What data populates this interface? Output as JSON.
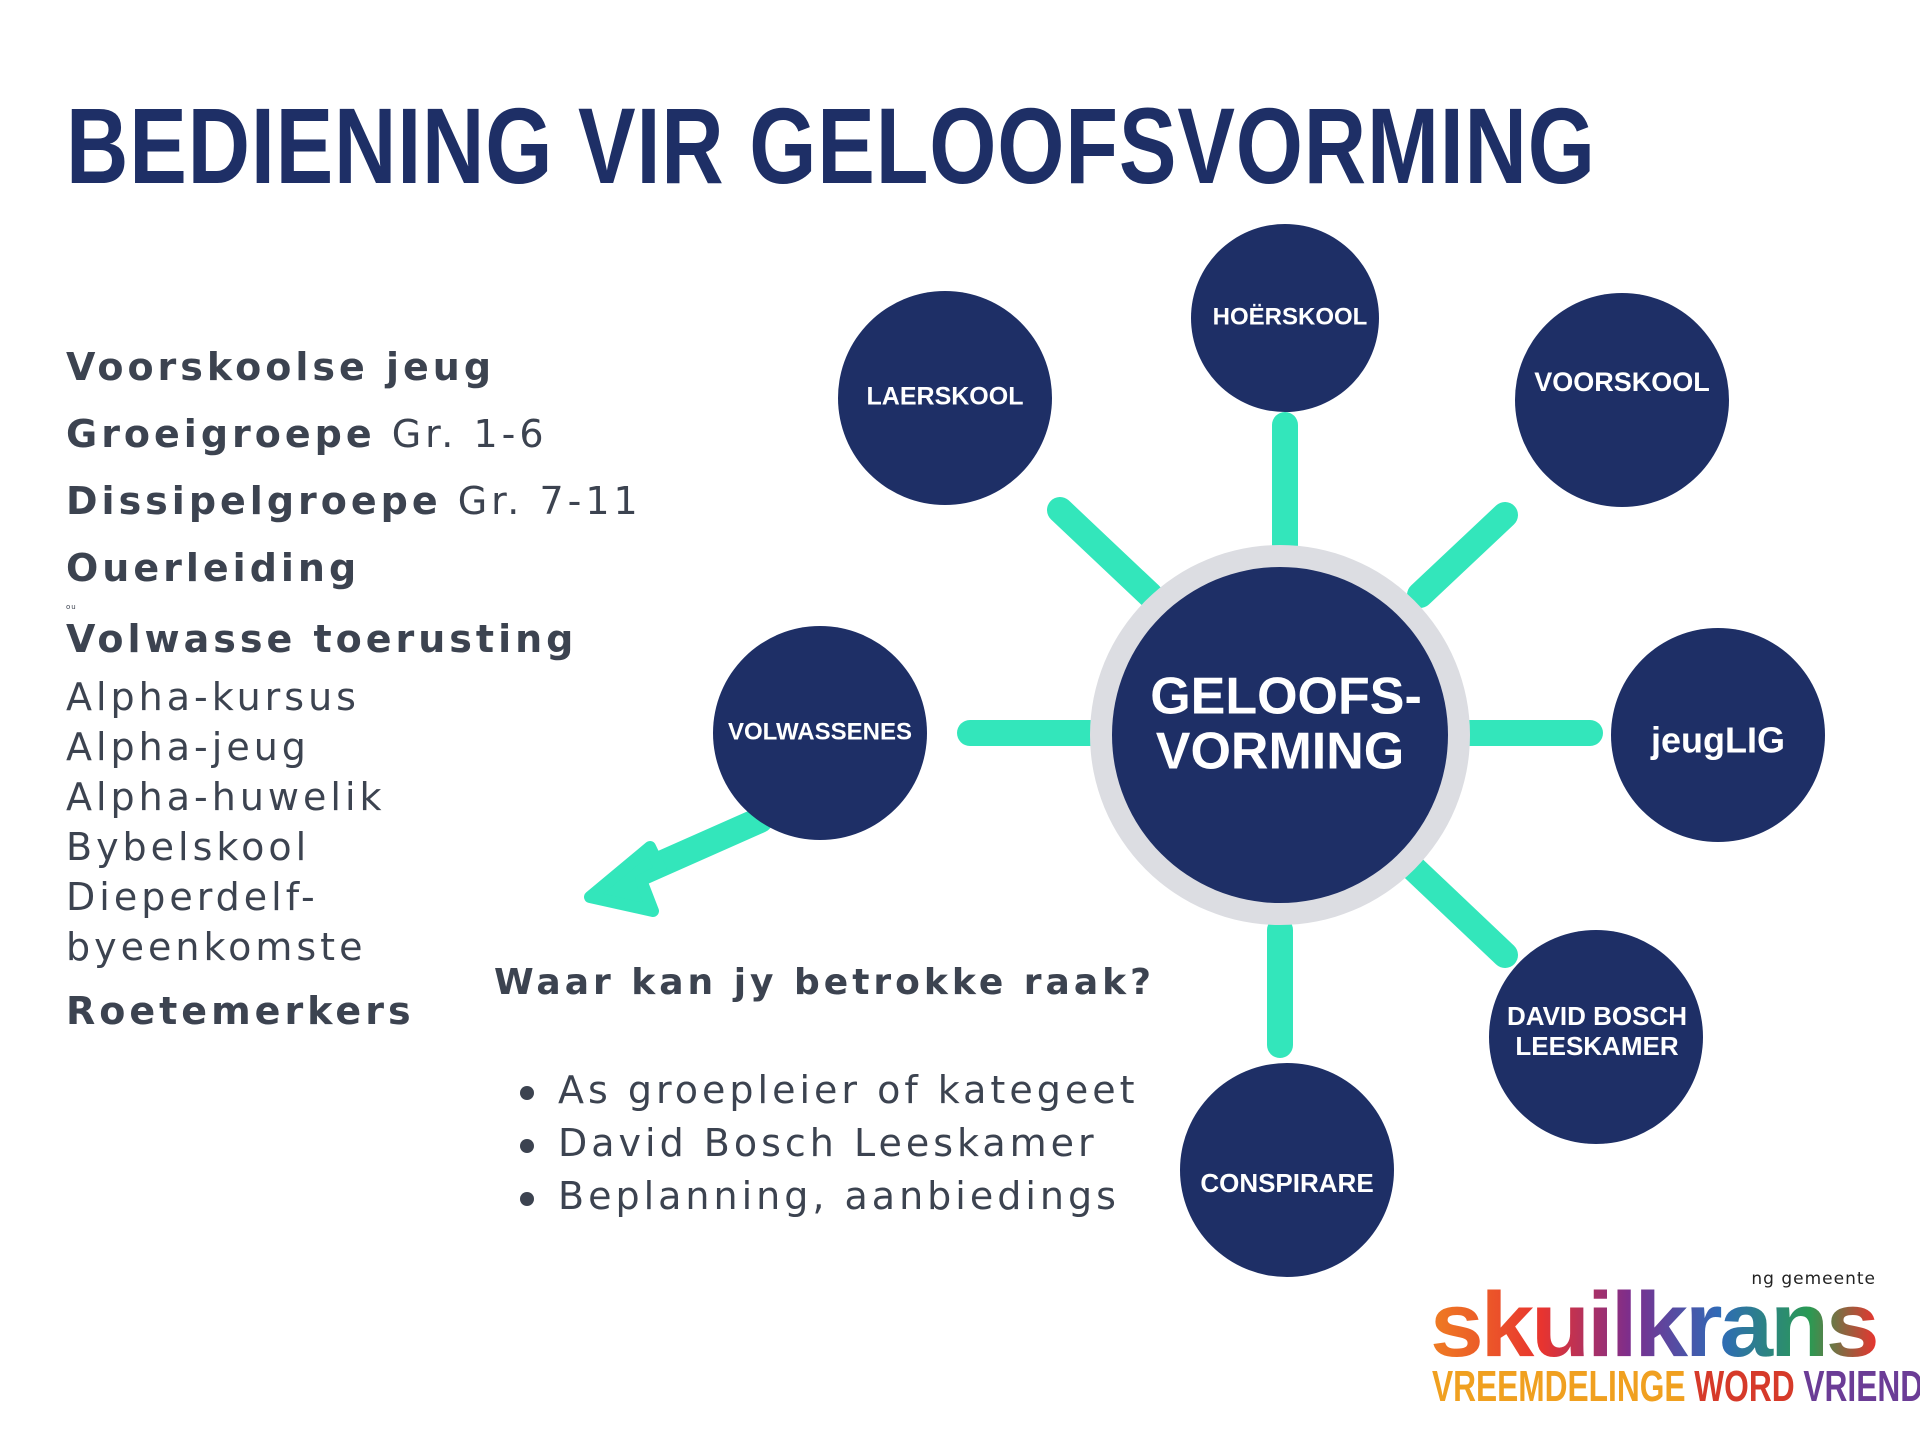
{
  "title": "BEDIENING VIR GELOOFSVORMING",
  "left_list": {
    "item1": "Voorskoolse jeug",
    "item2_bold": "Groeigroepe",
    "item2_plain": " Gr. 1-6",
    "item3_bold": "Dissipelgroepe",
    "item3_plain": " Gr. 7-11",
    "item4": "Ouerleiding",
    "tiny_note": "ou",
    "item5": "Volwasse toerusting",
    "sub1": "Alpha-kursus",
    "sub2": "Alpha-jeug",
    "sub3": "Alpha-huwelik",
    "sub4": "Bybelskool",
    "sub5": "Dieperdelf-",
    "sub6": "byeenkomste",
    "item6": "Roetemerkers"
  },
  "question": "Waar kan jy betrokke raak?",
  "bullets": {
    "b1": "As groepleier of kategeet",
    "b2": "David Bosch Leeskamer",
    "b3": "Beplanning, aanbiedings"
  },
  "diagram": {
    "center_line1": "GELOOFS-",
    "center_line2": "VORMING",
    "node_hoerskool": "HOËRSKOOL",
    "node_laerskool": "LAERSKOOL",
    "node_voorskool": "VOORSKOOL",
    "node_volwassenes": "VOLWASSENES",
    "node_jeuglig": "jeugLIG",
    "node_davidbosch_1": "DAVID BOSCH",
    "node_davidbosch_2": "LEESKAMER",
    "node_conspirare": "CONSPIRARE",
    "colors": {
      "node": "#1e2f66",
      "connector": "#33e6bb",
      "ring": "#dcdde2"
    }
  },
  "logo": {
    "small": "ng gemeente",
    "word": "skuilkrans",
    "tag_a": "VREEMDELINGE ",
    "tag_b": "WORD ",
    "tag_c": "VRIENDE"
  }
}
